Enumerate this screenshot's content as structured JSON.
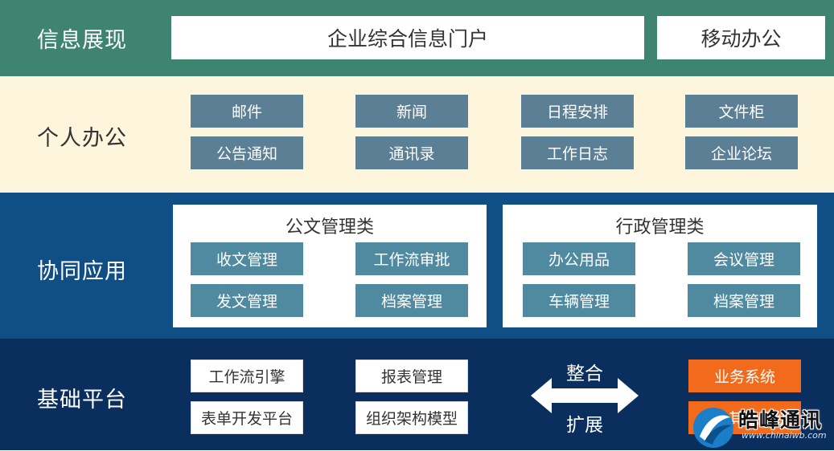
{
  "layers": {
    "presentation": {
      "label": "信息展现",
      "portal": "企业综合信息门户",
      "mobile": "移动办公"
    },
    "personal": {
      "label": "个人办公",
      "items": [
        "邮件",
        "新闻",
        "日程安排",
        "文件柜",
        "公告通知",
        "通讯录",
        "工作日志",
        "企业论坛"
      ]
    },
    "collaboration": {
      "label": "协同应用",
      "document_group": {
        "title": "公文管理类",
        "items": [
          "收文管理",
          "工作流审批",
          "发文管理",
          "档案管理"
        ]
      },
      "admin_group": {
        "title": "行政管理类",
        "items": [
          "办公用品",
          "会议管理",
          "车辆管理",
          "档案管理"
        ]
      }
    },
    "foundation": {
      "label": "基础平台",
      "items": [
        "工作流引擎",
        "报表管理",
        "表单开发平台",
        "组织架构模型"
      ],
      "arrow_top": "整合",
      "arrow_bottom": "扩展",
      "business_system": "业务系统",
      "other_system": "其他系统"
    }
  },
  "watermark": {
    "brand": "皓峰通讯",
    "url": "www.chinaiwb.com"
  },
  "colors": {
    "presentation_bg": "#3f8470",
    "personal_bg": "#fdf6dc",
    "collaboration_bg": "#0f4f86",
    "foundation_bg": "#0a2f5e",
    "orange": "#f26b1d"
  }
}
